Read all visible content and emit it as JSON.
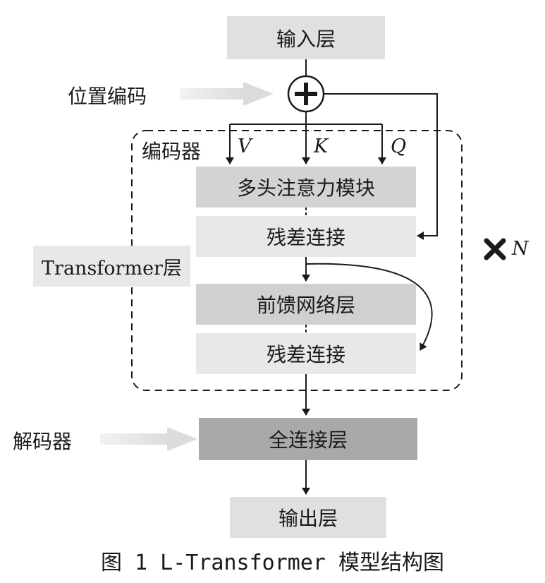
{
  "nodes": {
    "input": "输入层",
    "multihead": "多头注意力模块",
    "residual1": "残差连接",
    "ffn": "前馈网络层",
    "residual2": "残差连接",
    "fc": "全连接层",
    "output": "输出层"
  },
  "labels": {
    "positional_encoding": "位置编码",
    "encoder": "编码器",
    "transformer_layer": "Transformer层",
    "decoder": "解码器",
    "v": "V",
    "k": "K",
    "q": "Q",
    "times_n": "N"
  },
  "caption": {
    "prefix": "图 1  L-Transformer ",
    "suffix": "模型结构图"
  },
  "colors": {
    "light_box": "#e8e8e8",
    "mid_box": "#d3d3d3",
    "dark_box": "#a9a9a9",
    "line": "#1a1a1a",
    "dashed_border": "#1a1a1a"
  },
  "icons": {
    "add": "circle-plus-icon",
    "repeat": "multiply-x-icon"
  }
}
